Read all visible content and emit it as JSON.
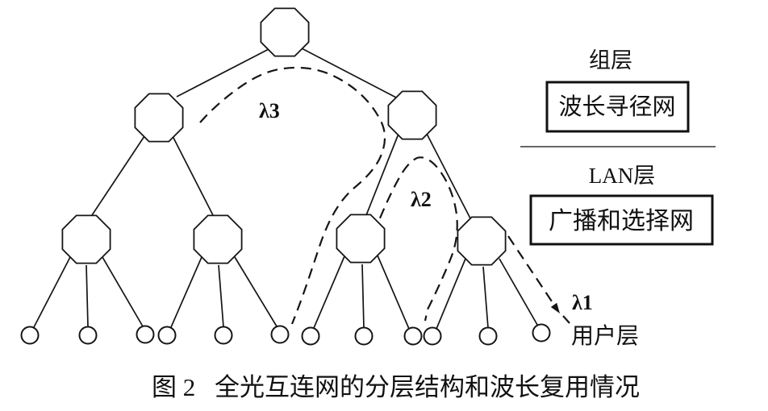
{
  "diagram": {
    "labels": {
      "lambda3": "λ3",
      "lambda2": "λ2",
      "lambda1": "λ1"
    },
    "legend": {
      "group_layer": "组层",
      "wavelength_routing_net": "波长寻径网",
      "lan_layer": "LAN层",
      "broadcast_select_net": "广播和选择网",
      "user_layer": "用户层"
    },
    "caption": {
      "figure_no": "图 2",
      "title": "全光互连网的分层结构和波长复用情况"
    },
    "colors": {
      "ink": "#151515",
      "background": "#ffffff"
    }
  }
}
